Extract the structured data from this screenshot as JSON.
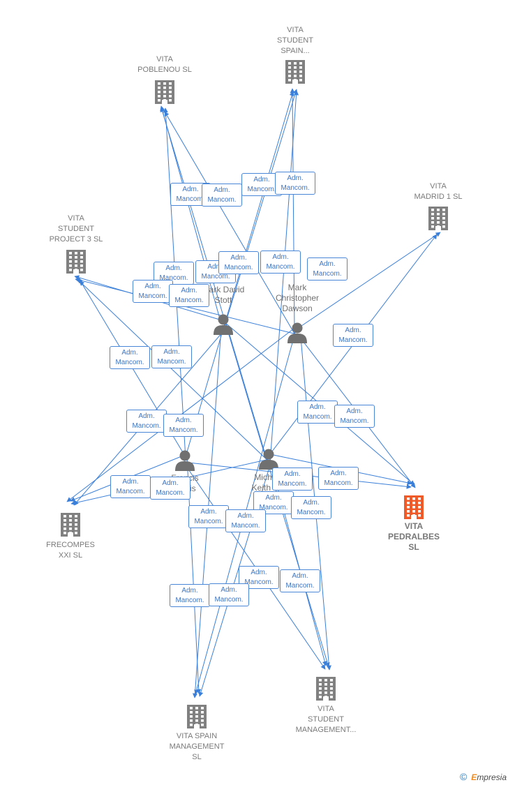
{
  "companies": [
    {
      "id": "poblenou",
      "label": "VITA\nPOBLENOU  SL",
      "highlight": false
    },
    {
      "id": "spain_top",
      "label": "VITA\nSTUDENT\nSPAIN...",
      "highlight": false
    },
    {
      "id": "madrid",
      "label": "VITA\nMADRID 1  SL",
      "highlight": false
    },
    {
      "id": "project3",
      "label": "VITA\nSTUDENT\nPROJECT 3  SL",
      "highlight": false
    },
    {
      "id": "frecompes",
      "label": "FRECOMPES\nXXI  SL",
      "highlight": false
    },
    {
      "id": "pedralbes",
      "label": "VITA\nPEDRALBES\nSL",
      "highlight": true
    },
    {
      "id": "spain_mgmt",
      "label": "VITA SPAIN\nMANAGEMENT\nSL",
      "highlight": false
    },
    {
      "id": "student_mgmt",
      "label": "VITA\nSTUDENT\nMANAGEMENT...",
      "highlight": false
    }
  ],
  "people": [
    {
      "id": "stott",
      "label": "Mark David\nStott"
    },
    {
      "id": "dawson",
      "label": "Mark\nChristopher\nDawson"
    },
    {
      "id": "curtis",
      "label": "Francis\nCurtis"
    },
    {
      "id": "michael",
      "label": "Michael\nKeith S..."
    }
  ],
  "relation_label": "Adm.\nMancom.",
  "colors": {
    "edge": "#3a7fd9",
    "icon": "#808080",
    "highlight": "#f05a28",
    "person": "#707070"
  },
  "footer": {
    "copyright": "©",
    "brand_initial": "E",
    "brand_rest": "mpresia"
  }
}
